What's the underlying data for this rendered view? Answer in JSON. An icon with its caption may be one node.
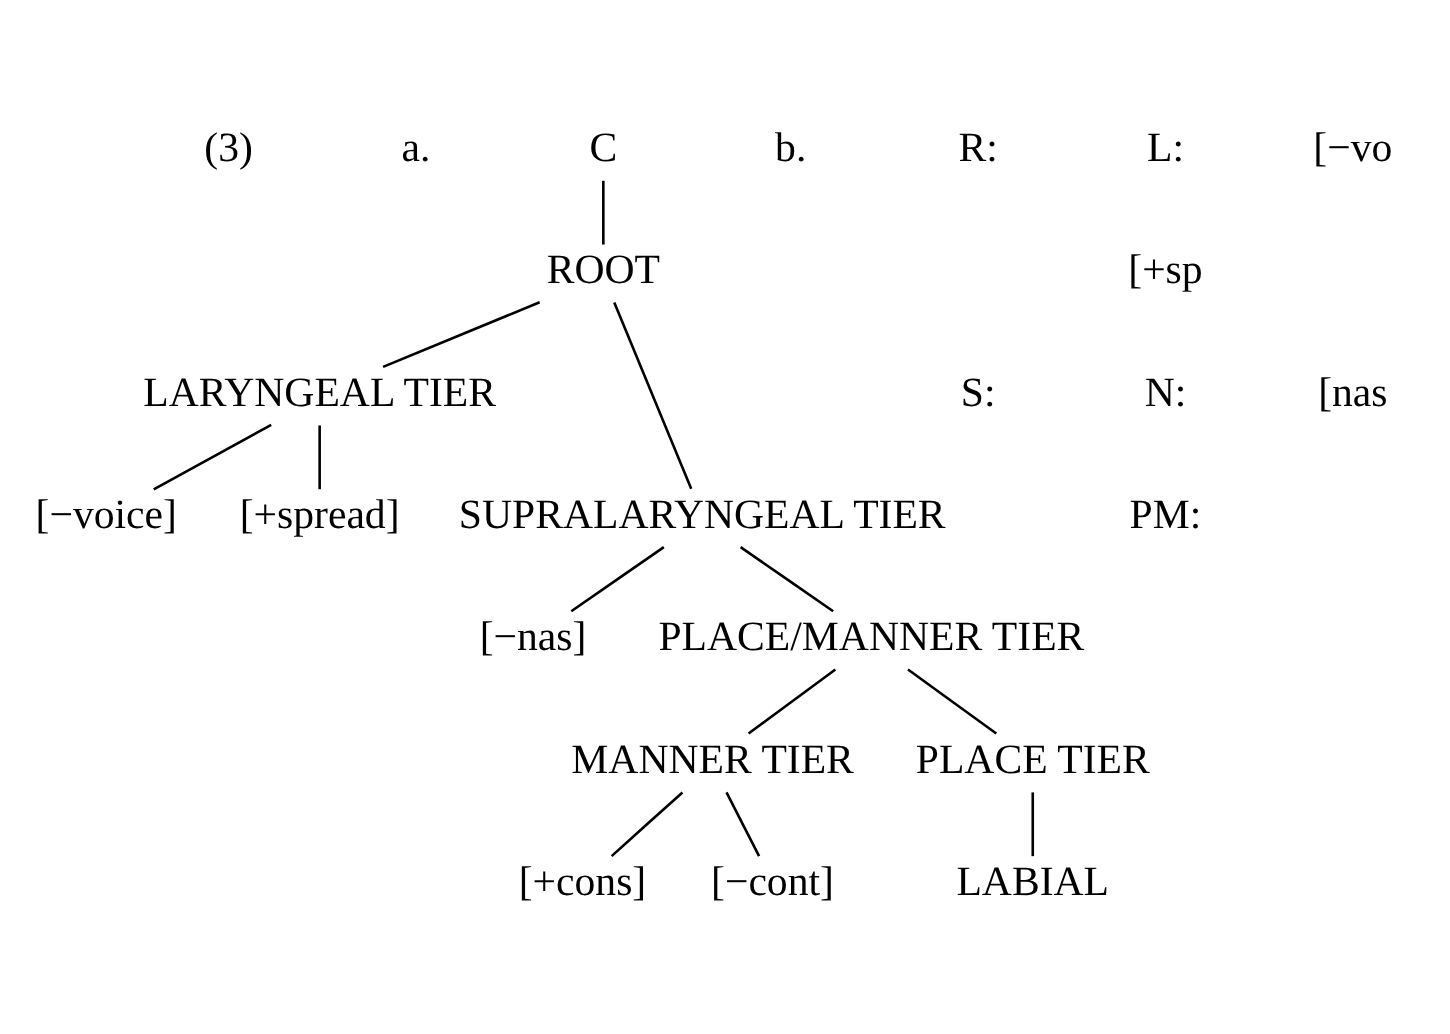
{
  "diagram": {
    "nodes": [
      {
        "text": [
          "C"
        ]
      },
      {
        "text": [
          "ROOT"
        ]
      },
      {
        "text": [
          "LARYNGEAL TIER"
        ]
      },
      {
        "text": [
          "SUPRALARYNGEAL TIER"
        ]
      },
      {
        "text": [
          "[−voice]"
        ]
      },
      {
        "text": [
          "[+spread]"
        ]
      },
      {
        "text": [
          "[−nas]"
        ]
      },
      {
        "text": [
          "PLACE/MANNER TIER"
        ]
      },
      {
        "text": [
          "MANNER TIER"
        ]
      },
      {
        "text": [
          "PLACE TIER"
        ]
      },
      {
        "text": [
          "[+cons]"
        ]
      },
      {
        "text": [
          "[−cont]"
        ]
      },
      {
        "text": [
          "LABIAL"
        ]
      }
    ],
    "edges": [
      {
        "from": 0,
        "to": 1,
        "arrow": "none"
      },
      {
        "from": 1,
        "to": 2,
        "arrow": "none"
      },
      {
        "from": 1,
        "to": 3,
        "arrow": "none"
      },
      {
        "from": 2,
        "to": 4,
        "arrow": "none"
      },
      {
        "from": 2,
        "to": 5,
        "arrow": "none"
      },
      {
        "from": 3,
        "to": 6,
        "arrow": "none"
      },
      {
        "from": 3,
        "to": 7,
        "arrow": "none"
      },
      {
        "from": 7,
        "to": 8,
        "arrow": "none"
      },
      {
        "from": 7,
        "to": 9,
        "arrow": "none"
      },
      {
        "from": 8,
        "to": 10,
        "arrow": "none"
      },
      {
        "from": 8,
        "to": 11,
        "arrow": "none"
      },
      {
        "from": 9,
        "to": 12,
        "arrow": "none"
      }
    ],
    "labels": [
      "(3)",
      "a.",
      "b.",
      "R:",
      "L:",
      "[−vo",
      "[+sp",
      "S:",
      "N:",
      "[nas",
      "PM:"
    ]
  }
}
